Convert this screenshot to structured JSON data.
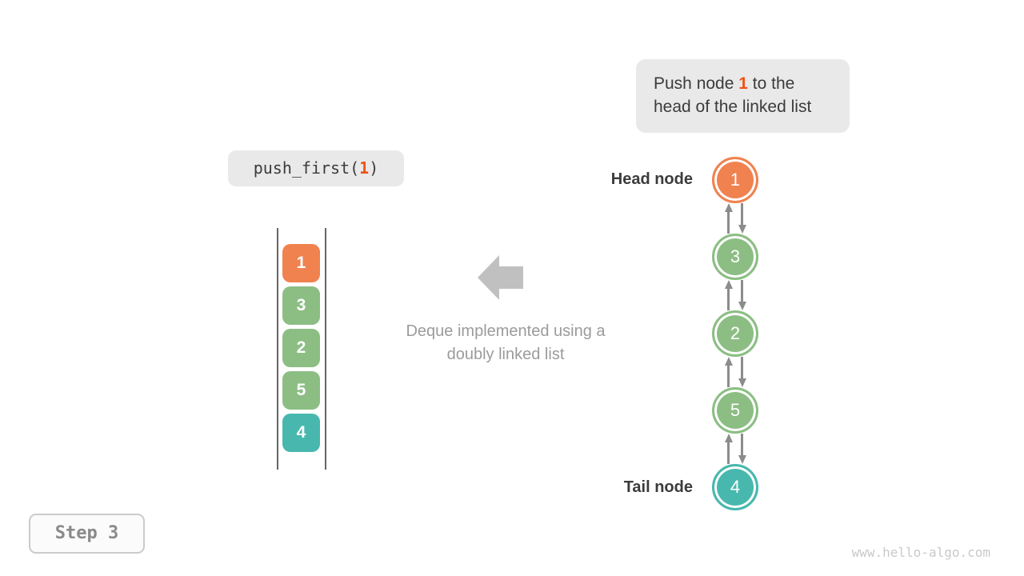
{
  "colors": {
    "orange": "#F0824F",
    "green": "#8CBE84",
    "teal": "#48B8AE",
    "highlight": "#EE5317",
    "box_bg": "#E9E9E9",
    "dark_text": "#3B3B3B",
    "muted_text": "#9B9B9B",
    "arrow_big": "#C0C0C0",
    "link_arrow": "#8C8C8C",
    "rail": "#666666",
    "step_text": "#8A8A8A",
    "watermark_text": "#C9C9C9"
  },
  "annotation": {
    "prefix": "Push node ",
    "highlight": "1",
    "suffix": " to the head of the linked list"
  },
  "code_call": {
    "prefix": "push_first(",
    "highlight": "1",
    "suffix": ")"
  },
  "stack": {
    "items": [
      {
        "value": "1",
        "color": "orange"
      },
      {
        "value": "3",
        "color": "green"
      },
      {
        "value": "2",
        "color": "green"
      },
      {
        "value": "5",
        "color": "green"
      },
      {
        "value": "4",
        "color": "teal"
      }
    ]
  },
  "caption": {
    "text": "Deque implemented using a doubly linked list"
  },
  "list": {
    "head_label": "Head node",
    "tail_label": "Tail node",
    "nodes": [
      {
        "value": "1",
        "color": "orange"
      },
      {
        "value": "3",
        "color": "green"
      },
      {
        "value": "2",
        "color": "green"
      },
      {
        "value": "5",
        "color": "green"
      },
      {
        "value": "4",
        "color": "teal"
      }
    ]
  },
  "step": {
    "label": "Step 3"
  },
  "watermark": {
    "text": "www.hello-algo.com"
  }
}
